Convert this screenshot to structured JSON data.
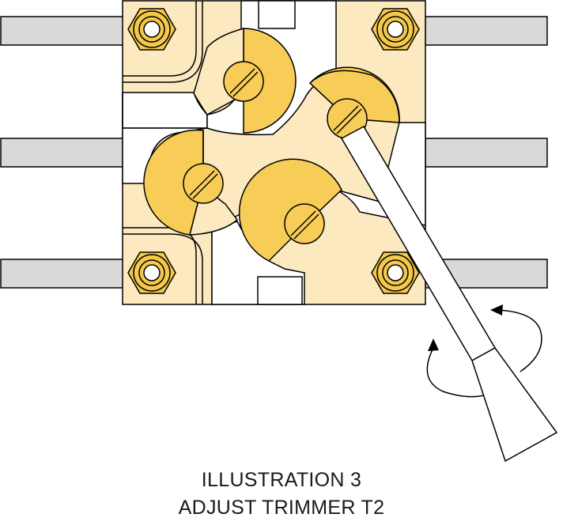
{
  "caption": {
    "line1": "ILLUSTRATION 3",
    "line2": "ADJUST TRIMMER T2"
  },
  "colors": {
    "pin": "#d9d9d9",
    "pad": "#fce9c0",
    "rotor": "#f7cc57",
    "nut": "#f4c84a",
    "outline": "#000000",
    "background": "#ffffff"
  },
  "icons": {
    "rotate": "curved-double-arrow"
  }
}
